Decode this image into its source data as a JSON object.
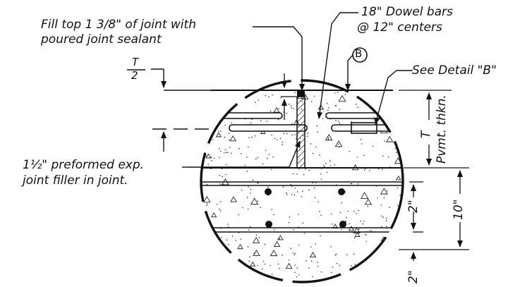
{
  "notes": {
    "sealant_line1": "Fill top 1 3/8\" of joint with",
    "sealant_line2": "poured joint sealant",
    "dowel_line1": "18\" Dowel bars",
    "dowel_line2": "@ 12\" centers",
    "detail_ref": "See Detail \"B\"",
    "filler_line1": "1½\" preformed exp.",
    "filler_line2": "joint filler in joint."
  },
  "section_marker": "B",
  "fraction": {
    "numerator": "T",
    "denominator": "2"
  },
  "dimensions": {
    "thickness_symbol": "T",
    "pavement_thickness": "Pvmt. thkn.",
    "base_thickness": "10\"",
    "rebar_offset": "2\"",
    "bottom_offset": "2\""
  }
}
